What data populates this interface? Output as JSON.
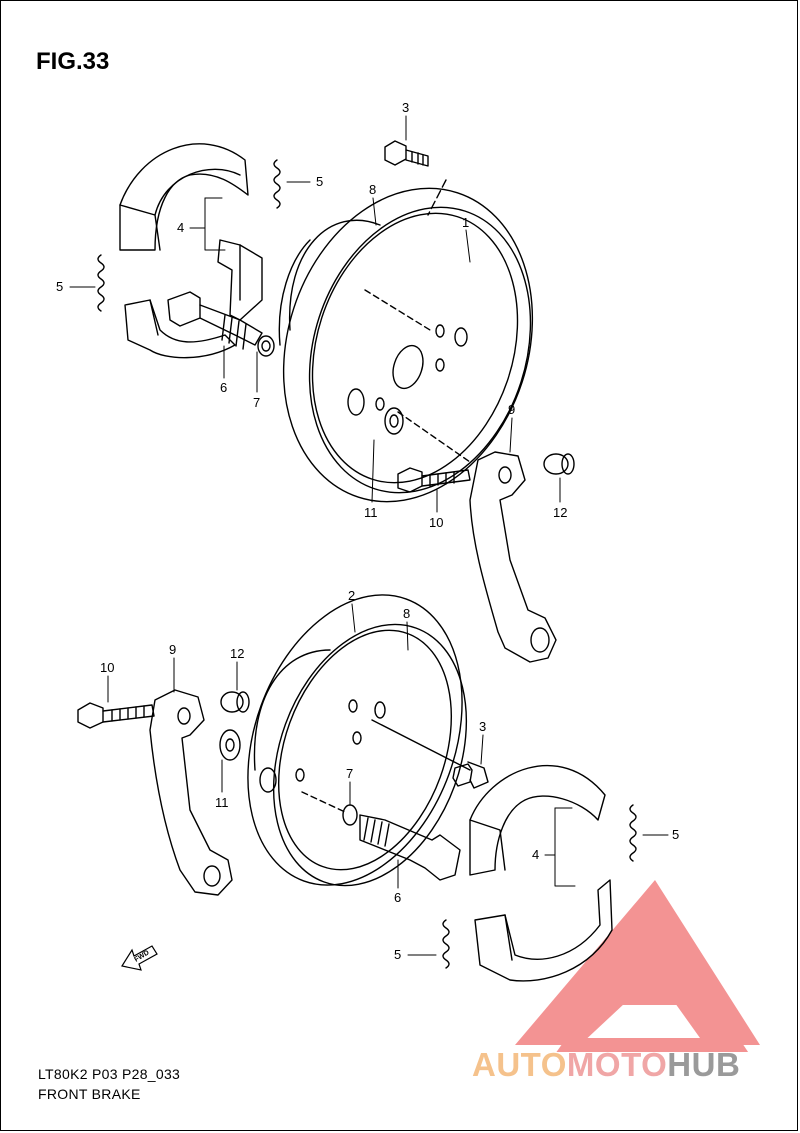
{
  "figure": {
    "title": "FIG.33",
    "code": "LT80K2 P03 P28_033",
    "name": "FRONT BRAKE"
  },
  "direction_arrow": {
    "label": "FWD",
    "icon": "forward-arrow-icon"
  },
  "callouts": {
    "top_3": "3",
    "top_8": "8",
    "top_1": "1",
    "top_5a": "5",
    "top_4": "4",
    "top_5b": "5",
    "top_6": "6",
    "top_7": "7",
    "top_9": "9",
    "top_12": "12",
    "top_11": "11",
    "top_10": "10",
    "bot_2": "2",
    "bot_8": "8",
    "bot_10": "10",
    "bot_9": "9",
    "bot_12": "12",
    "bot_3": "3",
    "bot_11": "11",
    "bot_7": "7",
    "bot_6": "6",
    "bot_4": "4",
    "bot_5a": "5",
    "bot_5b": "5"
  },
  "watermark": {
    "part1": "AUTO",
    "part2": "MOTO",
    "part3": "HUB",
    "colors": {
      "part1": "#f5c28c",
      "part2": "#f0a6a6",
      "part3": "#9a9a9a",
      "logo": "#f07070"
    }
  }
}
